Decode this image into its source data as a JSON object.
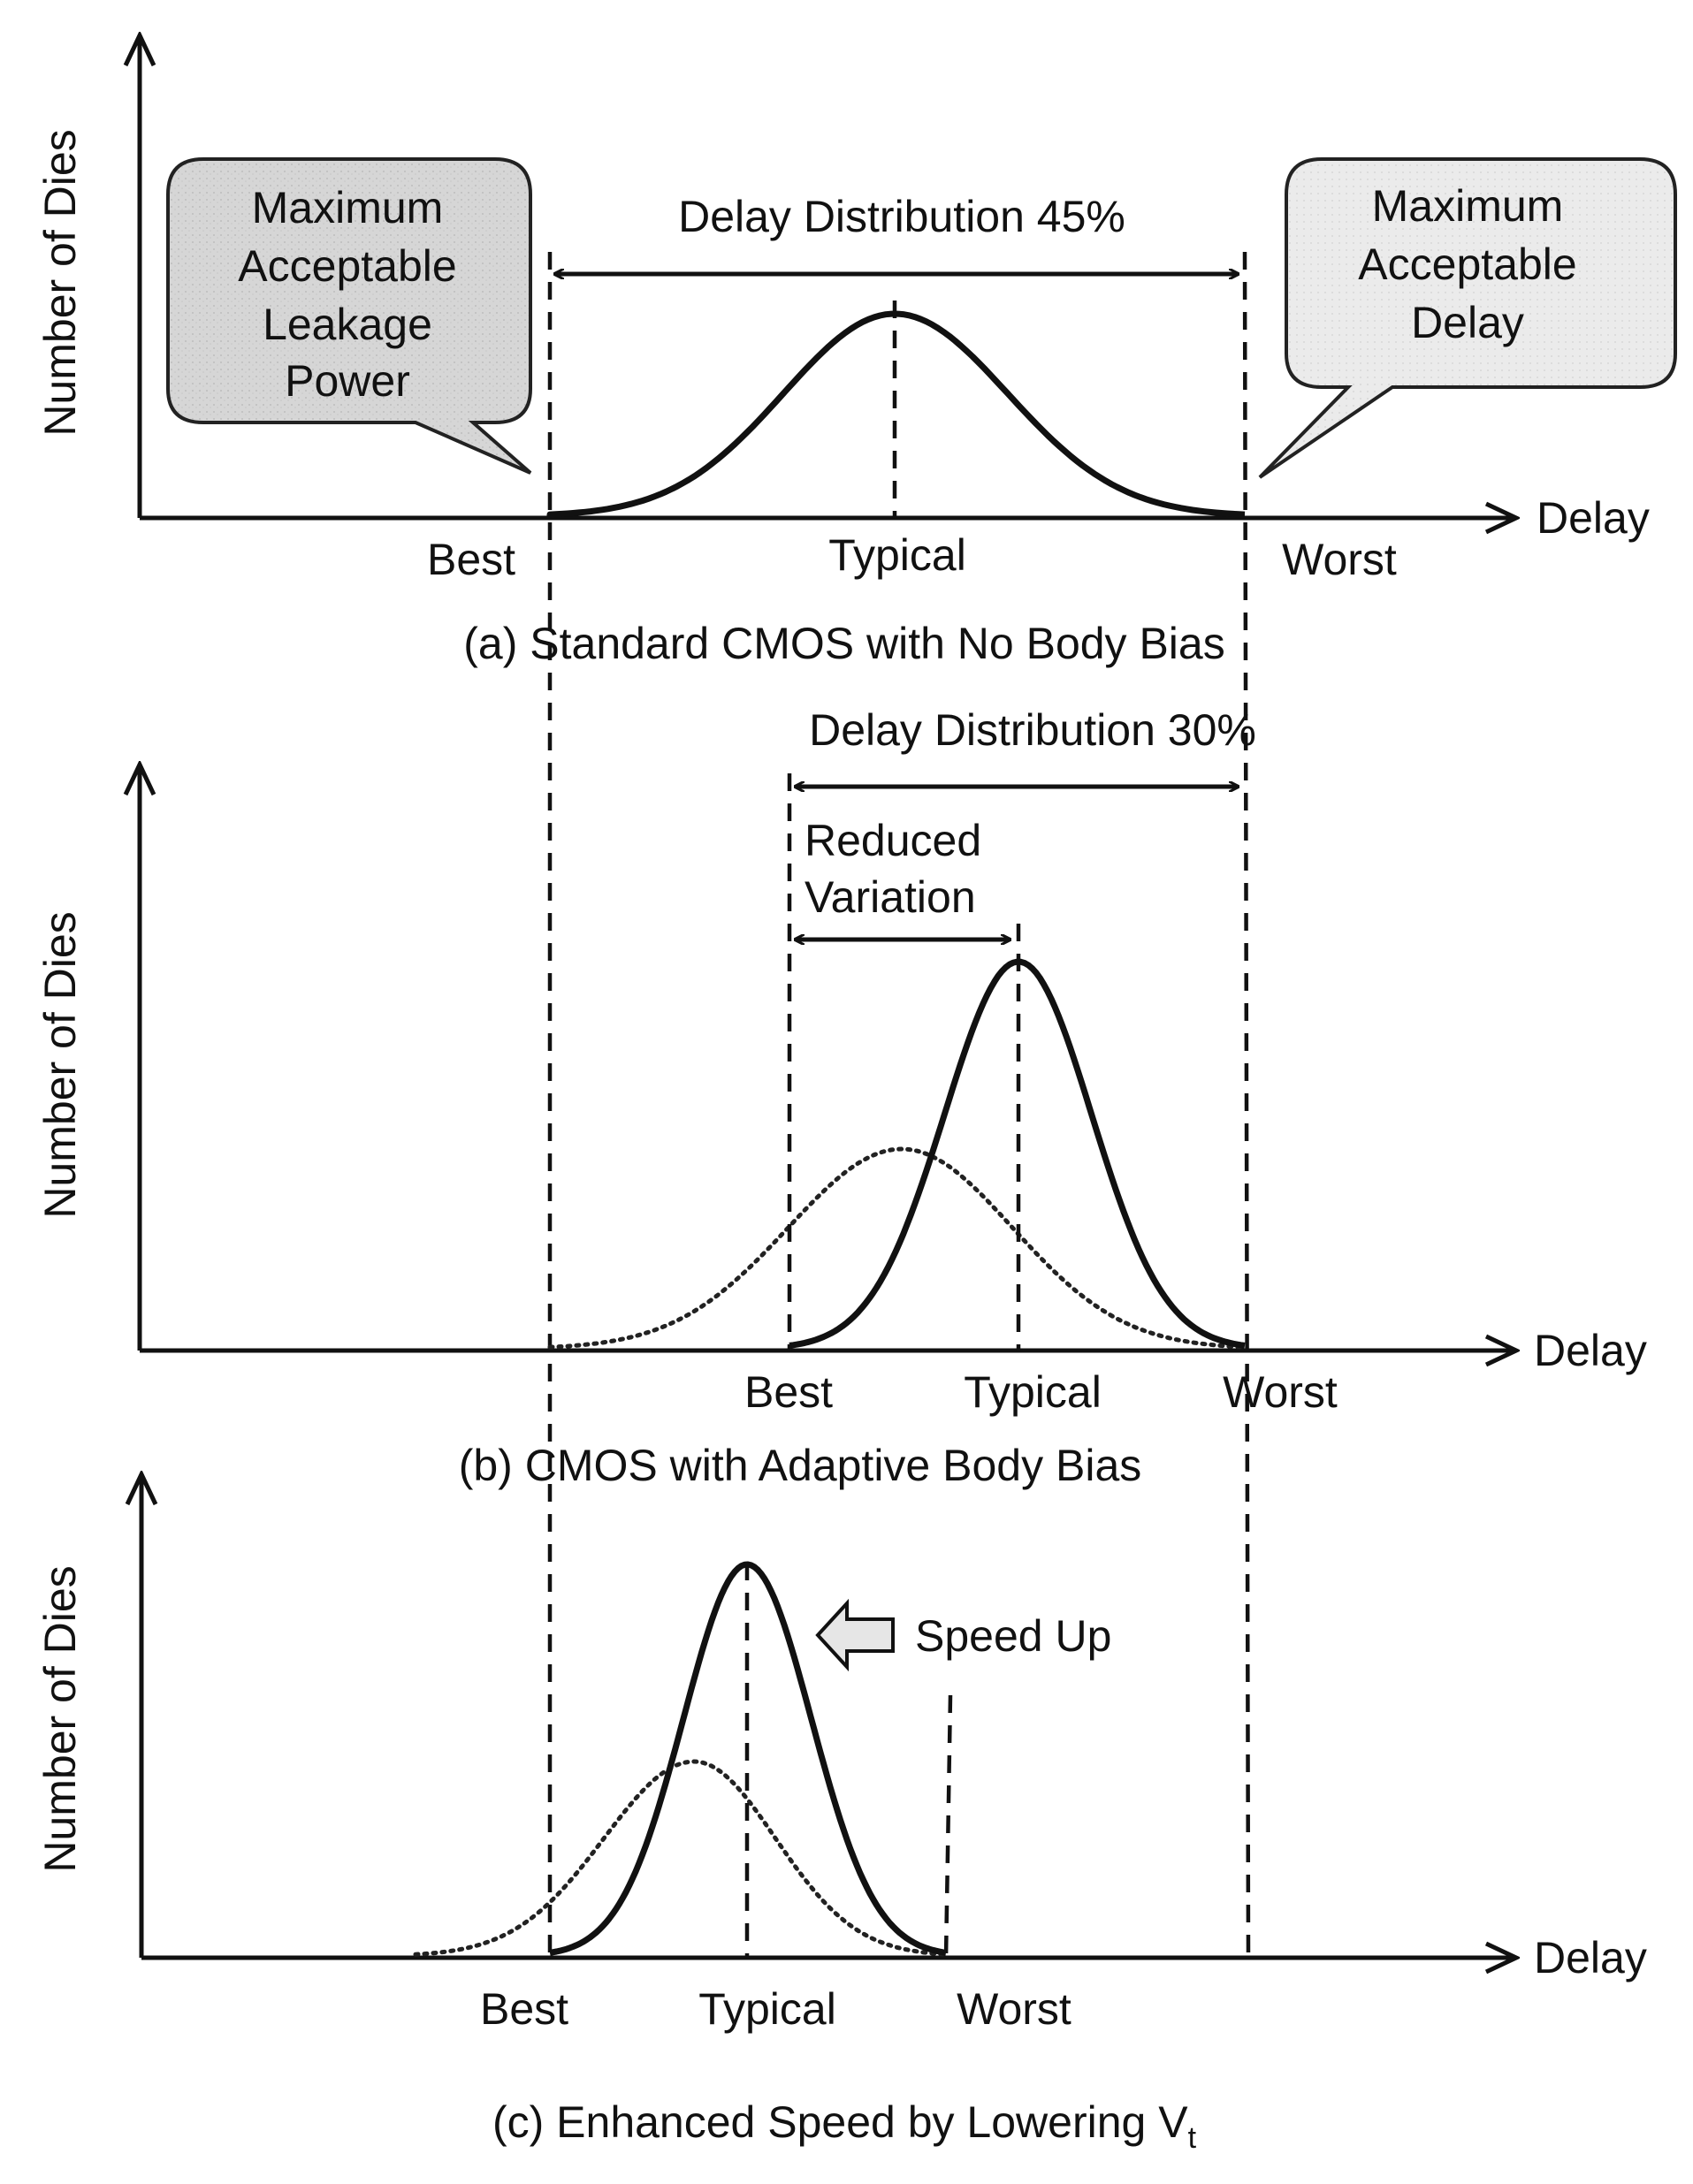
{
  "panels": {
    "a": {
      "caption": "(a) Standard CMOS with No Body Bias",
      "ylabel": "Number of Dies",
      "xlabel": "Delay",
      "ticks": {
        "best": "Best",
        "typical": "Typical",
        "worst": "Worst"
      },
      "distribution_label": "Delay Distribution 45%",
      "callout_left": [
        "Maximum",
        "Acceptable",
        "Leakage",
        "Power"
      ],
      "callout_right": [
        "Maximum",
        "Acceptable",
        "Delay"
      ]
    },
    "b": {
      "caption": "(b) CMOS with Adaptive Body Bias",
      "ylabel": "Number of Dies",
      "xlabel": "Delay",
      "ticks": {
        "best": "Best",
        "typical": "Typical",
        "worst": "Worst"
      },
      "distribution_label": "Delay Distribution 30%",
      "reduced_label": [
        "Reduced",
        "Variation"
      ]
    },
    "c": {
      "caption_main": "(c) Enhanced Speed by Lowering V",
      "caption_sub": "t",
      "ylabel": "Number of Dies",
      "xlabel": "Delay",
      "ticks": {
        "best": "Best",
        "typical": "Typical",
        "worst": "Worst"
      },
      "speed_label": "Speed Up"
    }
  },
  "colors": {
    "ink": "#111111",
    "callout_fill": "#d9d9d9",
    "callout_fill_light": "#ececec",
    "arrow_fill": "#e6e6e6"
  }
}
